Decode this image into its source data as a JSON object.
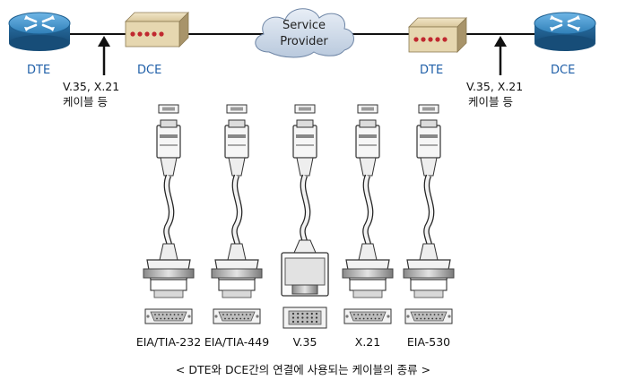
{
  "topology": {
    "left_router_label": "DTE",
    "left_modem_label": "DCE",
    "right_modem_label": "DTE",
    "right_router_label": "DCE",
    "cloud_line1": "Service",
    "cloud_line2": "Provider",
    "left_note_line1": "V.35, X.21",
    "left_note_line2": "케이블 등",
    "right_note_line1": "V.35, X.21",
    "right_note_line2": "케이블 등"
  },
  "cables": [
    {
      "label": "EIA/TIA-232",
      "type": "db"
    },
    {
      "label": "EIA/TIA-449",
      "type": "db"
    },
    {
      "label": "V.35",
      "type": "v35"
    },
    {
      "label": "X.21",
      "type": "db"
    },
    {
      "label": "EIA-530",
      "type": "db"
    }
  ],
  "caption": "< DTE와 DCE간의 연결에 사용되는 케이블의 종류 >",
  "colors": {
    "router_blue": "#2f7fb8",
    "modem_red": "#c0282f",
    "label_blue": "#1f5fa8"
  }
}
